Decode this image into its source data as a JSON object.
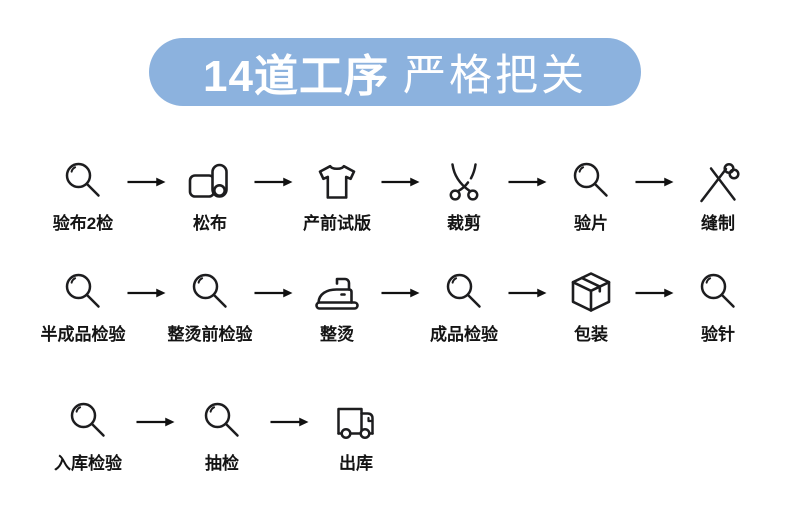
{
  "banner": {
    "title_bold": "14道工序",
    "title_light": "严格把关",
    "bg_color": "#8CB2DE",
    "text_color": "#FFFFFF"
  },
  "flow": {
    "rows": [
      {
        "steps": [
          {
            "label": "验布2检",
            "icon": "magnifier"
          },
          {
            "label": "松布",
            "icon": "fabric-roll"
          },
          {
            "label": "产前试版",
            "icon": "tshirt"
          },
          {
            "label": "裁剪",
            "icon": "scissors"
          },
          {
            "label": "验片",
            "icon": "magnifier"
          },
          {
            "label": "缝制",
            "icon": "needle-thread"
          }
        ]
      },
      {
        "steps": [
          {
            "label": "半成品检验",
            "icon": "magnifier"
          },
          {
            "label": "整烫前检验",
            "icon": "magnifier"
          },
          {
            "label": "整烫",
            "icon": "iron"
          },
          {
            "label": "成品检验",
            "icon": "magnifier"
          },
          {
            "label": "包装",
            "icon": "box"
          },
          {
            "label": "验针",
            "icon": "magnifier"
          }
        ]
      },
      {
        "steps": [
          {
            "label": "入库检验",
            "icon": "magnifier"
          },
          {
            "label": "抽检",
            "icon": "magnifier"
          },
          {
            "label": "出库",
            "icon": "truck"
          }
        ]
      }
    ]
  },
  "colors": {
    "icon_stroke": "#1d1d1f",
    "arrow": "#111111",
    "label_text": "#141414"
  }
}
